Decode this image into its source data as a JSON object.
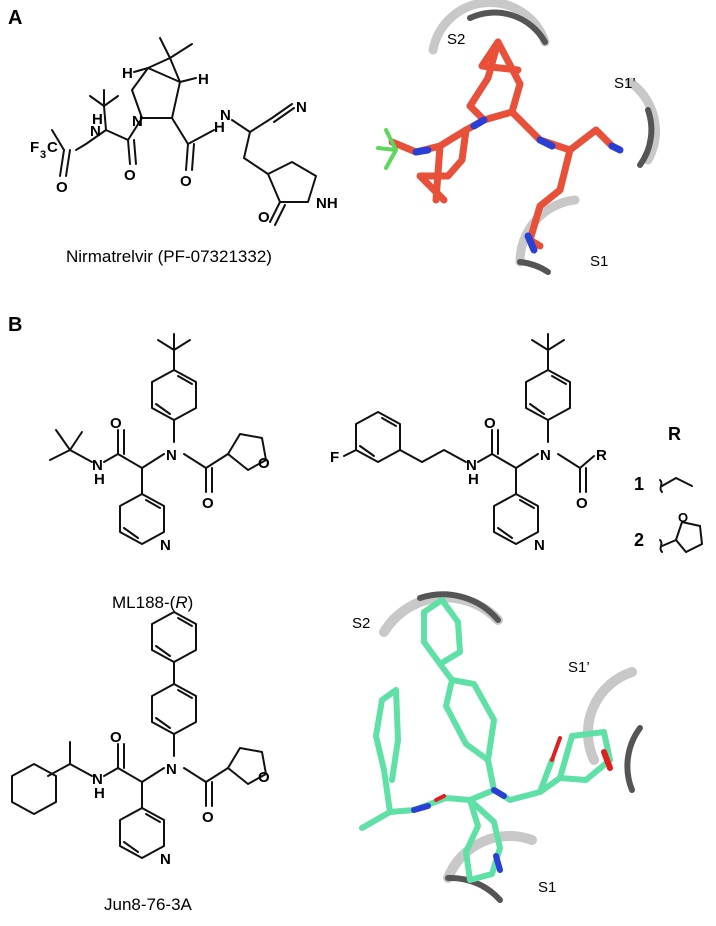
{
  "panels": {
    "a": "A",
    "b": "B"
  },
  "compounds": {
    "nirmatrelvir": "Nirmatrelvir (PF-07321332)",
    "ml188_prefix": "ML188-(",
    "ml188_italic": "R",
    "ml188_suffix": ")",
    "jun8": "Jun8-76-3A"
  },
  "r_table": {
    "header": "R",
    "rows": [
      {
        "num": "1"
      },
      {
        "num": "2"
      }
    ]
  },
  "pockets": {
    "top": {
      "s2": "S2",
      "s1p": "S1’",
      "s1": "S1"
    },
    "bottom": {
      "s2": "S2",
      "s1p": "S1’",
      "s1": "S1"
    }
  },
  "colors": {
    "bond": "#111111",
    "nirmatrelvir_carbon": "#e8503a",
    "nitrogen": "#2a3fd6",
    "oxygen": "#e02020",
    "fluorine": "#5cd85c",
    "jun8_carbon": "#5fe0a6",
    "pocket_arc": "#8a8a8a"
  }
}
